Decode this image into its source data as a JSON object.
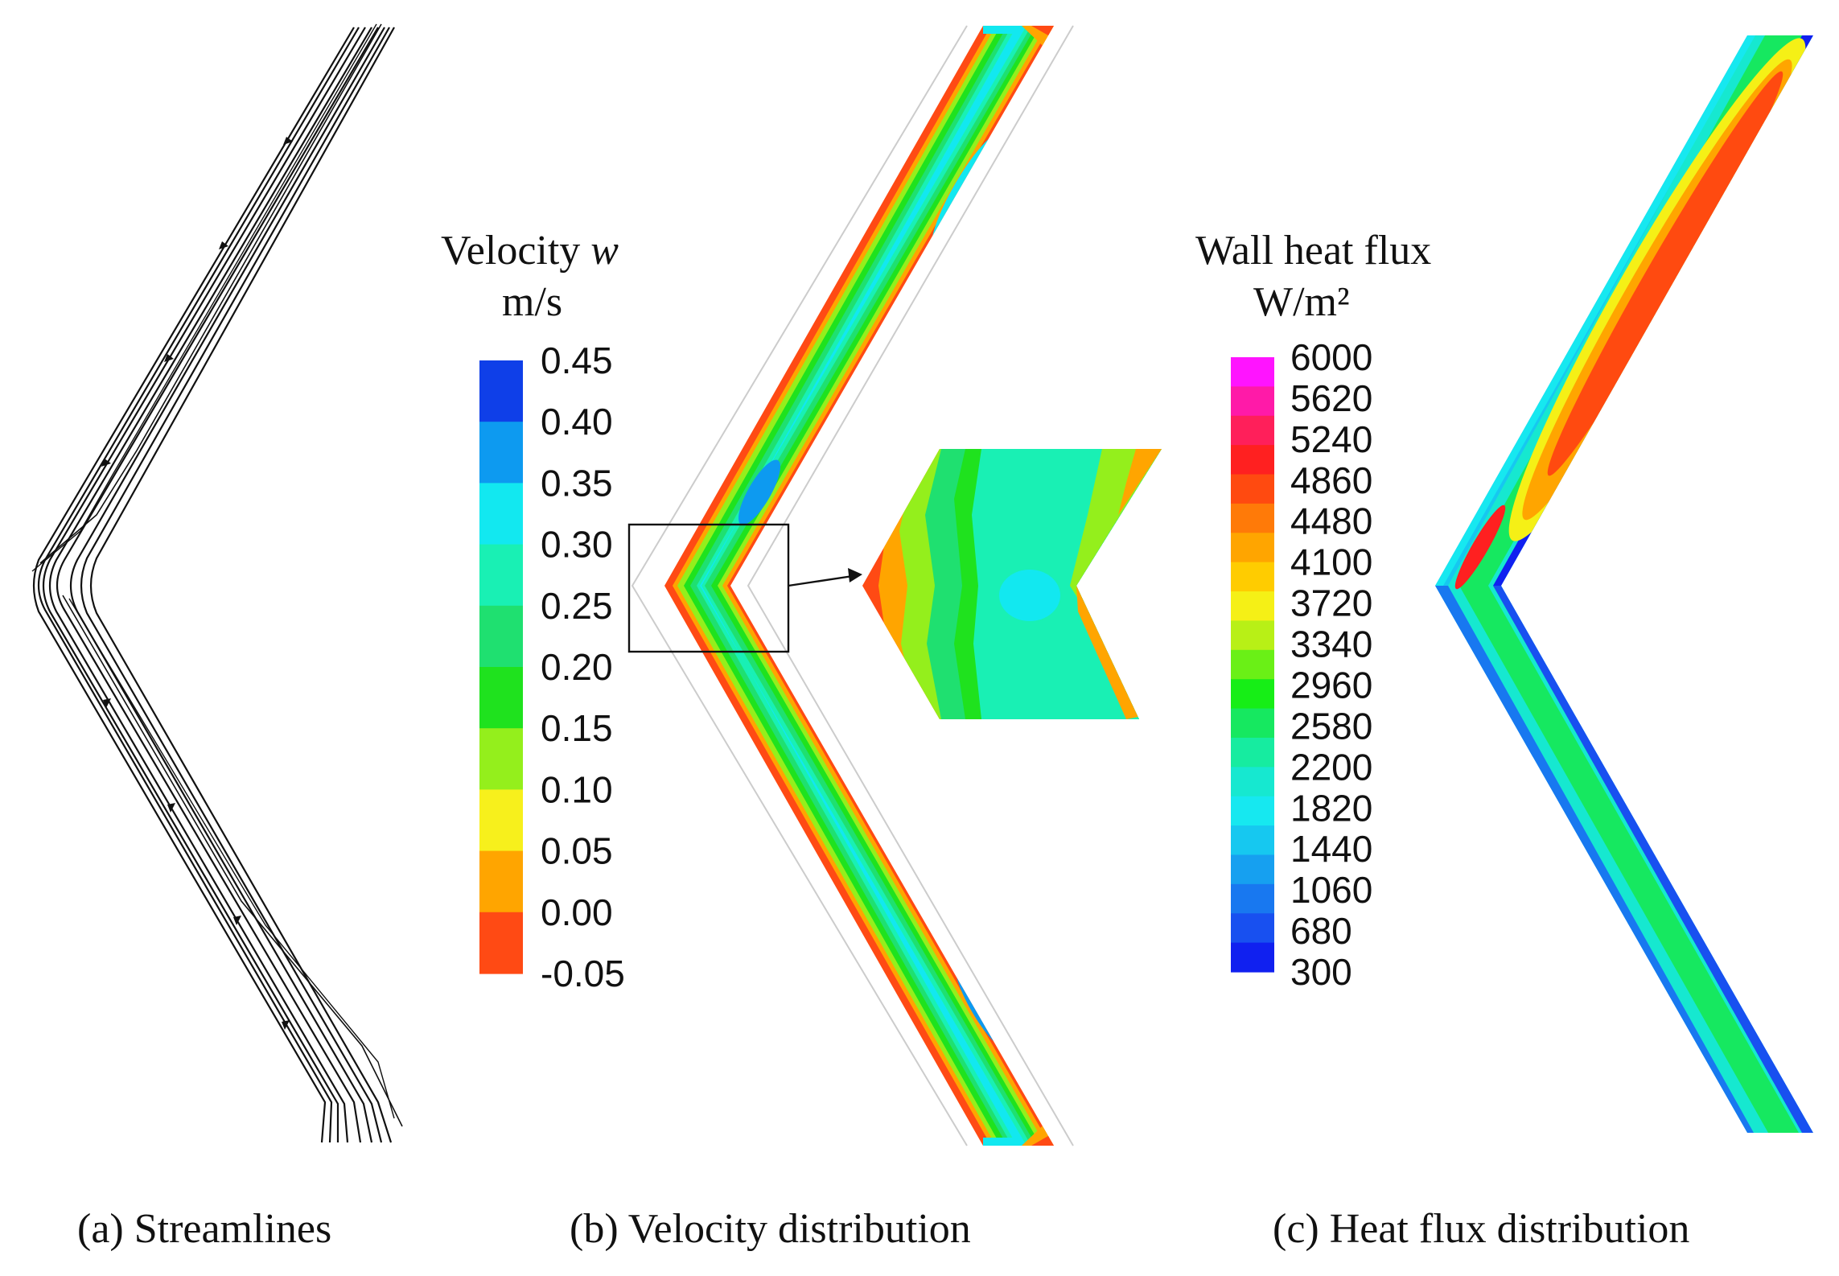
{
  "velocity_legend": {
    "title": "Velocity",
    "symbol": "w",
    "unit": "m/s",
    "ticks": [
      "0.45",
      "0.40",
      "0.35",
      "0.30",
      "0.25",
      "0.20",
      "0.15",
      "0.10",
      "0.05",
      "0.00",
      "-0.05"
    ],
    "colors": [
      "#0f3fe8",
      "#0d9af0",
      "#12e8f0",
      "#19f0b4",
      "#1fe070",
      "#1fe21e",
      "#94ef1c",
      "#f7f01c",
      "#ffa500",
      "#ff4a14"
    ]
  },
  "heatflux_legend": {
    "title": "Wall heat flux",
    "unit": "W/m²",
    "ticks": [
      "6000",
      "5620",
      "5240",
      "4860",
      "4480",
      "4100",
      "3720",
      "3340",
      "2960",
      "2580",
      "2200",
      "1820",
      "1440",
      "1060",
      "680",
      "300"
    ],
    "colors": [
      "#ff14ff",
      "#ff1aa8",
      "#ff1f5a",
      "#ff2020",
      "#ff4a10",
      "#ff7a08",
      "#ffa500",
      "#ffcc00",
      "#f5f016",
      "#b8f016",
      "#6af016",
      "#16ee16",
      "#16e860",
      "#16eca0",
      "#16e8d0",
      "#16e8f0",
      "#16c8f0",
      "#16a0f0",
      "#1878f0",
      "#1850f0",
      "#1020f0"
    ]
  },
  "captions": {
    "a": "(a) Streamlines",
    "b": "(b) Velocity distribution",
    "c": "(c) Heat flux distribution"
  },
  "colors": {
    "low": "#1030f0",
    "mid": "#17e87a",
    "high": "#ff2a10"
  }
}
